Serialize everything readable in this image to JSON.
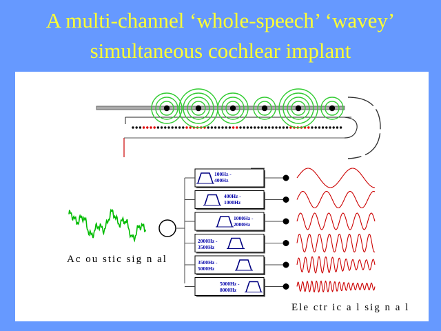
{
  "slide": {
    "title_line1": "A multi-channel ‘whole-speech’ ‘wavey’",
    "title_line2": "simultaneous cochlear implant"
  },
  "labels": {
    "acoustic": "Ac ou stic  sig n al",
    "electrical": "Ele ctr ic a l  sig n a l"
  },
  "filters": [
    {
      "range": "100Hz -\n400Hz"
    },
    {
      "range": "400Hz -\n1000Hz"
    },
    {
      "range": "1000Hz -\n2000Hz"
    },
    {
      "range": "2000Hz -\n3500Hz"
    },
    {
      "range": "3500Hz -\n5000Hz"
    },
    {
      "range": "5000Hz -\n8000Hz"
    }
  ],
  "electrode_ring_counts": [
    3,
    4,
    3,
    2,
    4,
    2
  ],
  "colors": {
    "background": "#6699ff",
    "title": "#ffff33",
    "panel": "#ffffff",
    "rings": "#33cc33",
    "acoustic_wave": "#00bb00",
    "electrical_wave": "#cc0000",
    "filter_text": "#0000aa"
  }
}
